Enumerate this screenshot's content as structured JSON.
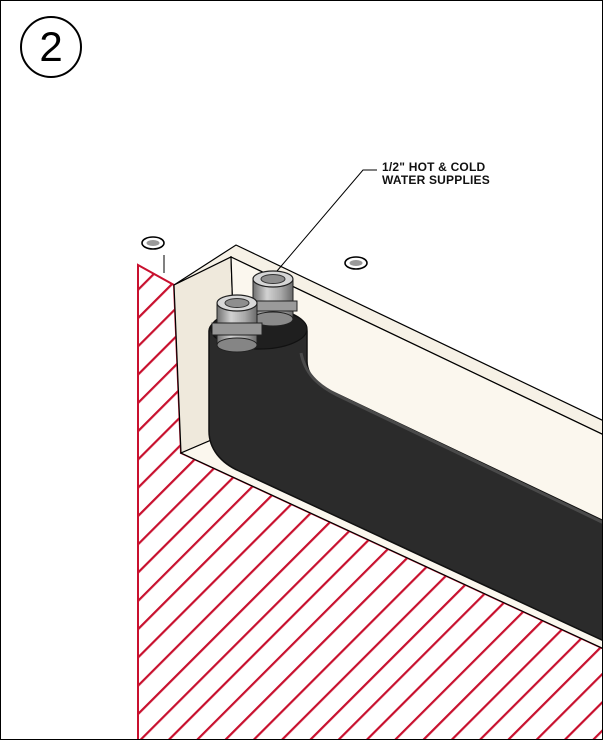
{
  "step": {
    "number": "2"
  },
  "callout": {
    "line1": "1/2\" HOT & COLD",
    "line2": "WATER SUPPLIES"
  },
  "colors": {
    "hatch": "#c8102e",
    "box_interior": "#fbf7ee",
    "box_inner_wall": "#efe9dc",
    "pipe_sleeve": "#2b2b2b",
    "fitting": "#9c9c9c",
    "outline": "#000000"
  },
  "icons": {
    "step_badge": "circled-number",
    "mount_hole": "ellipse-hole"
  }
}
